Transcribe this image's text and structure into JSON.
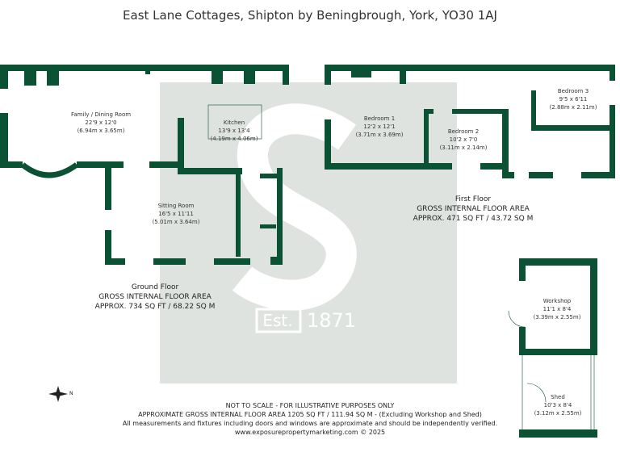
{
  "title": "East Lane Cottages, Shipton by Beningbrough, York, YO30 1AJ",
  "colors": {
    "wall": "#0b5134",
    "watermark": "#dfe3df"
  },
  "watermark": {
    "est": "Est.",
    "year": "1871",
    "letter": "S"
  },
  "rooms": [
    {
      "name": "Family / Dining Room",
      "imperial": "22'9 x 12'0",
      "metric": "(6.94m x 3.65m)"
    },
    {
      "name": "Kitchen",
      "imperial": "13'9 x 13'4",
      "metric": "(4.19m x 4.06m)"
    },
    {
      "name": "Sitting Room",
      "imperial": "16'5 x 11'11",
      "metric": "(5.01m x 3.64m)"
    },
    {
      "name": "Bedroom 1",
      "imperial": "12'2 x 12'1",
      "metric": "(3.71m x 3.69m)"
    },
    {
      "name": "Bedroom 2",
      "imperial": "10'2 x 7'0",
      "metric": "(3.11m x 2.14m)"
    },
    {
      "name": "Bedroom 3",
      "imperial": "9'5 x 6'11",
      "metric": "(2.88m x 2.11m)"
    },
    {
      "name": "Workshop",
      "imperial": "11'1 x 8'4",
      "metric": "(3.39m x 2.55m)"
    },
    {
      "name": "Shed",
      "imperial": "10'3 x 8'4",
      "metric": "(3.12m x 2.55m)"
    }
  ],
  "floors": [
    {
      "name": "Ground Floor",
      "label": "GROSS INTERNAL FLOOR AREA",
      "area": "APPROX. 734 SQ FT / 68.22 SQ M"
    },
    {
      "name": "First Floor",
      "label": "GROSS INTERNAL FLOOR AREA",
      "area": "APPROX. 471 SQ FT / 43.72 SQ M"
    }
  ],
  "compass": {
    "label": "N"
  },
  "footer": [
    "NOT TO SCALE - FOR ILLUSTRATIVE PURPOSES ONLY",
    "APPROXIMATE GROSS INTERNAL FLOOR AREA 1205 SQ FT / 111.94 SQ M - (Excluding Workshop and Shed)",
    "All measurements and fixtures including doors and windows are approximate and should be independently verified.",
    "www.exposurepropertymarketing.com © 2025"
  ]
}
